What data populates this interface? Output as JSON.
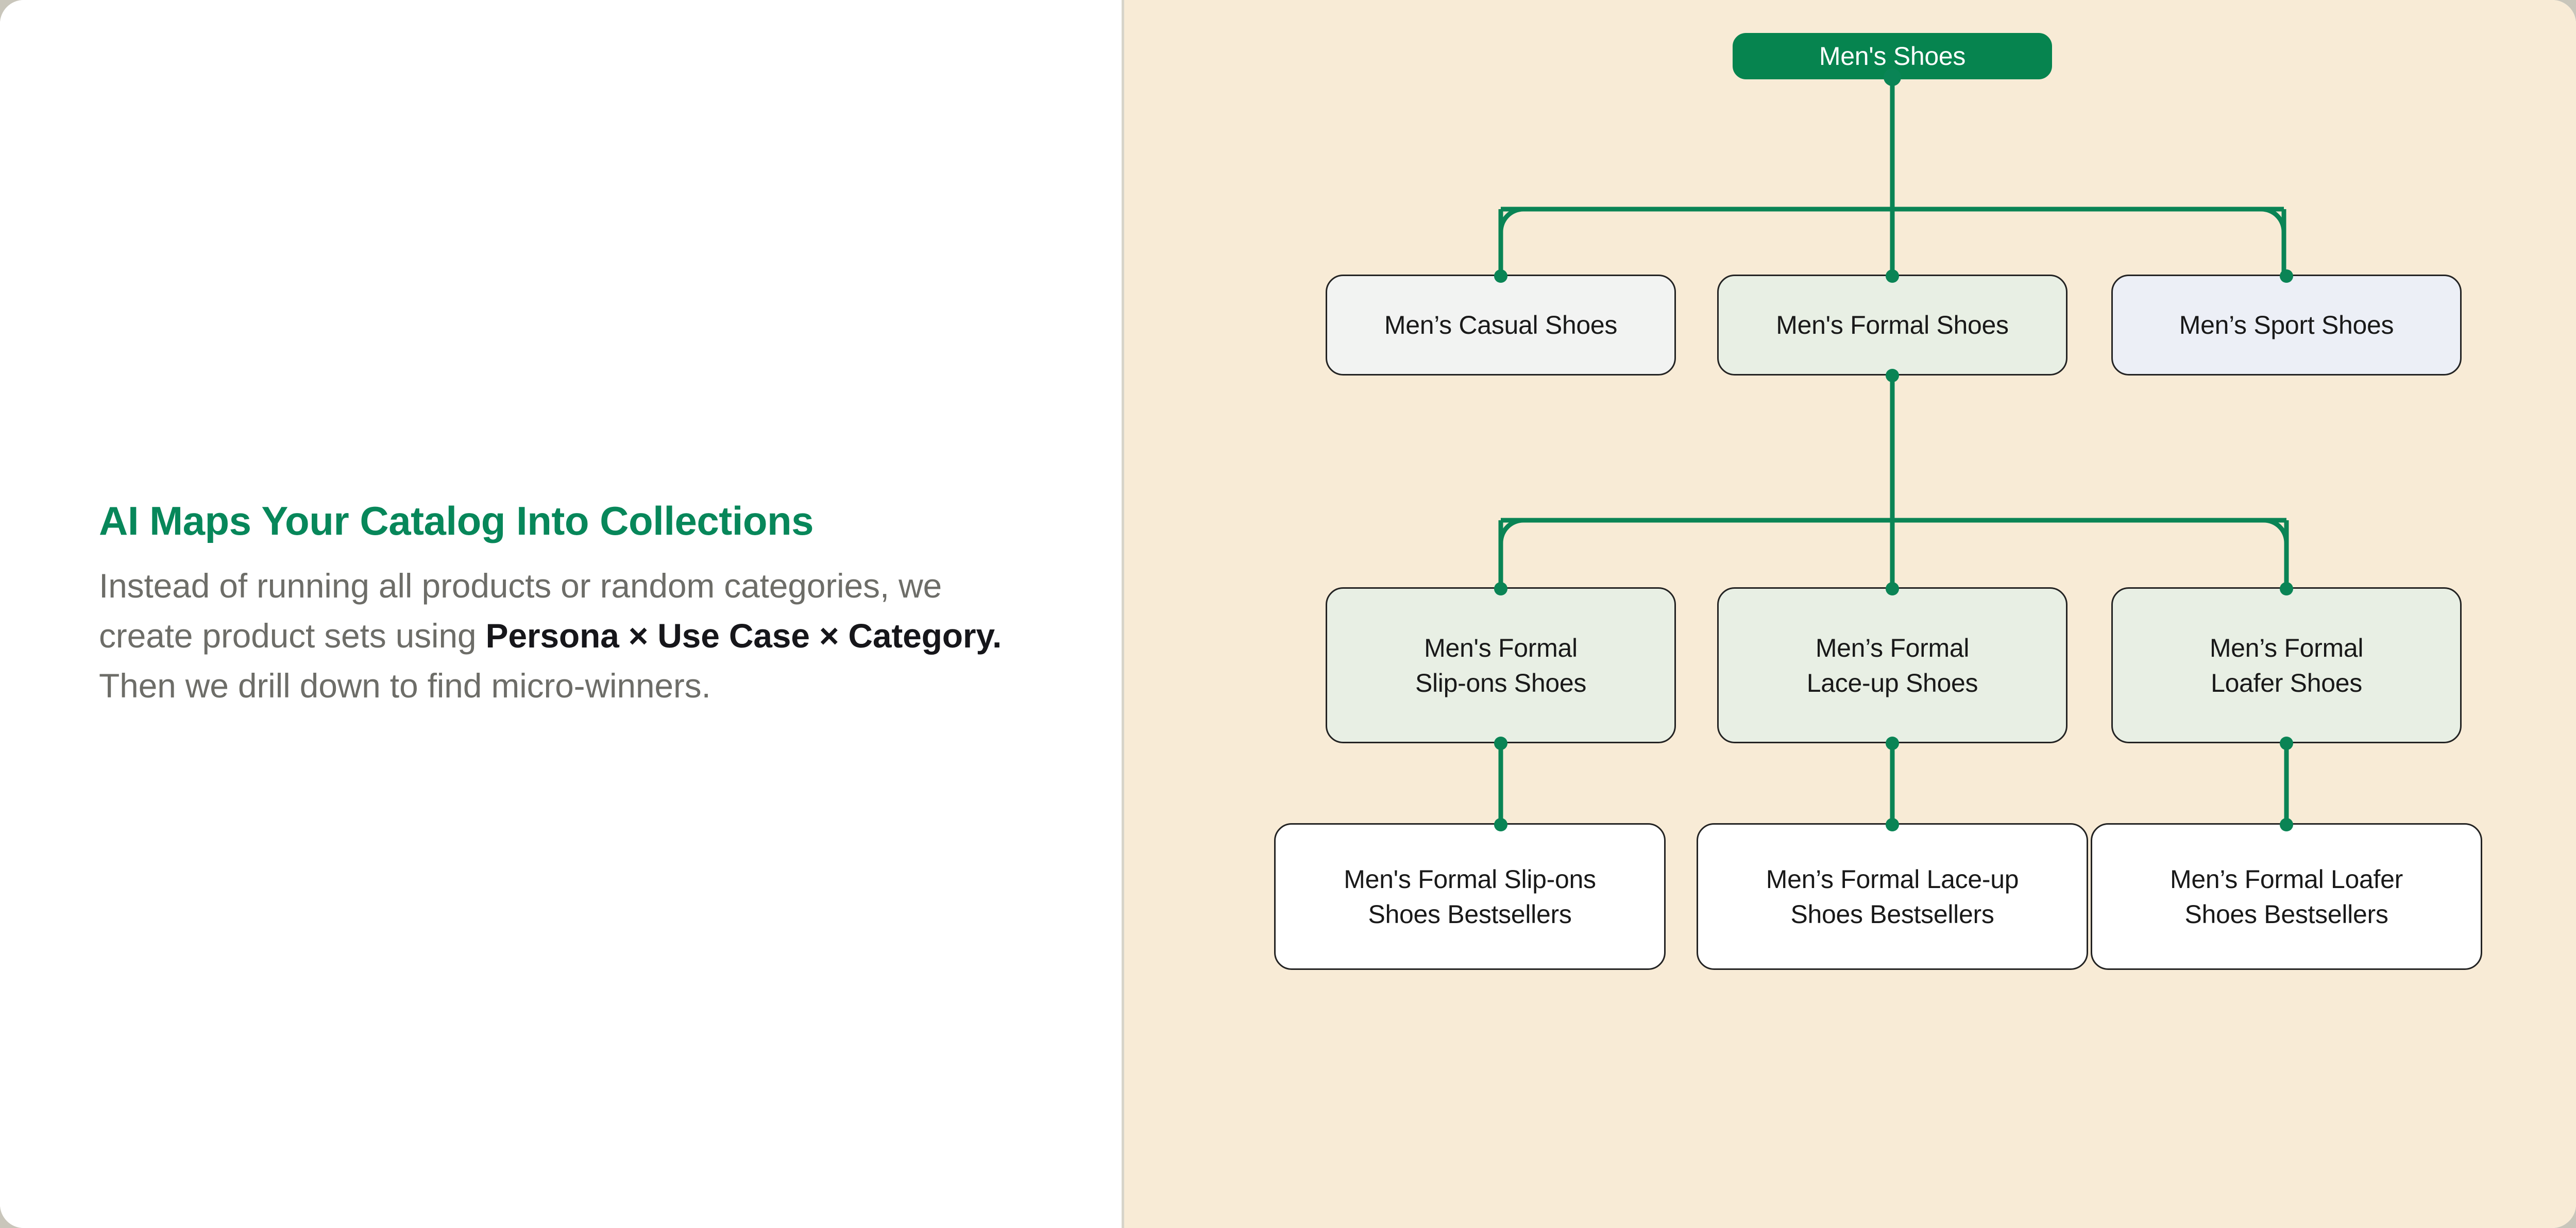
{
  "left": {
    "headline": "AI Maps Your Catalog Into Collections",
    "body": {
      "part1": "Instead of running all products or random categories, we create product sets using ",
      "emphasis": "Persona × Use Case × Category.",
      "part2": " Then we drill down to find micro-winners."
    }
  },
  "colors": {
    "accent_green": "#07875a",
    "root_node_fill": "#06844f",
    "connector": "#0a8455",
    "panel_background": "#f8ebd6",
    "page_background": "#c9c6bb",
    "body_text": "#6d6d68",
    "node_border": "#232323",
    "node_green_fill": "#e8efe4",
    "node_neutral_fill": "#f2f3f2",
    "node_blue_fill": "#eceff6",
    "node_white_fill": "#ffffff"
  },
  "chart_data": {
    "type": "diagram",
    "title": "Men's Shoes category taxonomy tree",
    "layout": "top-down hierarchy, orthogonal rounded elbow connectors with circular ports",
    "levels": 4,
    "nodes": [
      {
        "id": "root",
        "label": "Men's Shoes",
        "level": 0,
        "style": "root"
      },
      {
        "id": "casual",
        "label": "Men’s Casual Shoes",
        "level": 1,
        "style": "neutral"
      },
      {
        "id": "formal",
        "label": "Men's Formal Shoes",
        "level": 1,
        "style": "green"
      },
      {
        "id": "sport",
        "label": "Men’s Sport Shoes",
        "level": 1,
        "style": "neutral-b"
      },
      {
        "id": "slipons",
        "label": "Men's Formal\nSlip-ons Shoes",
        "level": 2,
        "style": "green"
      },
      {
        "id": "laceup",
        "label": "Men’s Formal\nLace-up Shoes",
        "level": 2,
        "style": "green"
      },
      {
        "id": "loafer",
        "label": "Men’s Formal\nLoafer Shoes",
        "level": 2,
        "style": "green"
      },
      {
        "id": "slipons_bs",
        "label": "Men's Formal Slip-ons\nShoes Bestsellers",
        "level": 3,
        "style": "white"
      },
      {
        "id": "laceup_bs",
        "label": "Men’s Formal Lace-up\nShoes Bestsellers",
        "level": 3,
        "style": "white"
      },
      {
        "id": "loafer_bs",
        "label": "Men’s Formal Loafer\nShoes Bestsellers",
        "level": 3,
        "style": "white"
      }
    ],
    "edges": [
      {
        "from": "root",
        "to": "casual"
      },
      {
        "from": "root",
        "to": "formal"
      },
      {
        "from": "root",
        "to": "sport"
      },
      {
        "from": "formal",
        "to": "slipons"
      },
      {
        "from": "formal",
        "to": "laceup"
      },
      {
        "from": "formal",
        "to": "loafer"
      },
      {
        "from": "slipons",
        "to": "slipons_bs"
      },
      {
        "from": "laceup",
        "to": "laceup_bs"
      },
      {
        "from": "loafer",
        "to": "loafer_bs"
      }
    ],
    "node_labels": {
      "root": "Men's Shoes",
      "casual": "Men’s Casual Shoes",
      "formal": "Men's Formal Shoes",
      "sport": "Men’s Sport Shoes",
      "slipons_l1": "Men's Formal",
      "slipons_l2": "Slip-ons Shoes",
      "laceup_l1": "Men’s Formal",
      "laceup_l2": "Lace-up Shoes",
      "loafer_l1": "Men’s Formal",
      "loafer_l2": "Loafer Shoes",
      "slipons_bs_l1": "Men's Formal Slip-ons",
      "slipons_bs_l2": "Shoes Bestsellers",
      "laceup_bs_l1": "Men’s Formal Lace-up",
      "laceup_bs_l2": "Shoes Bestsellers",
      "loafer_bs_l1": "Men’s Formal Loafer",
      "loafer_bs_l2": "Shoes Bestsellers"
    }
  }
}
